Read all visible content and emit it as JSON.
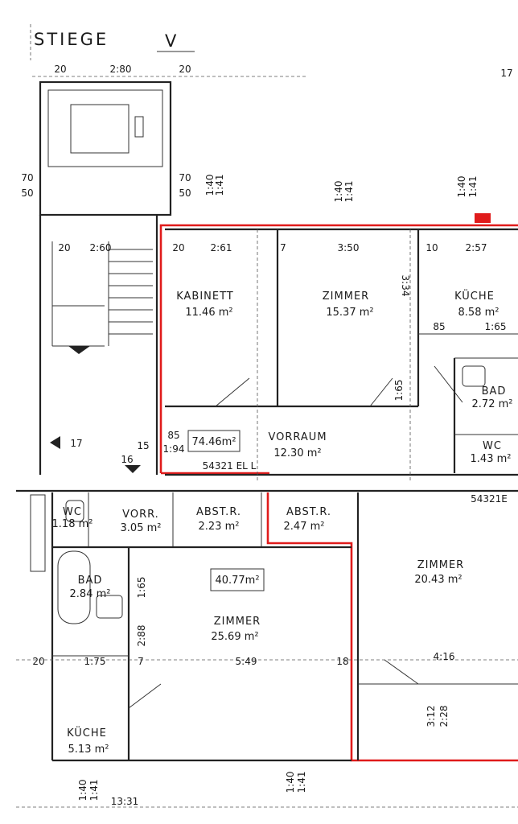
{
  "header": {
    "title": "STIEGE",
    "staircase_number": "V"
  },
  "accent_color": "#e01b1b",
  "total_areas": [
    "74.46m²",
    "40.77m²"
  ],
  "rooms": [
    {
      "name": "KABINETT",
      "area": "11.46 m²"
    },
    {
      "name": "ZIMMER",
      "area": "15.37 m²"
    },
    {
      "name": "KÜCHE",
      "area": "8.58 m²"
    },
    {
      "name": "BAD",
      "area": "2.72 m²"
    },
    {
      "name": "WC",
      "area": "1.43 m²"
    },
    {
      "name": "VORRAUM",
      "area": "12.30 m²"
    },
    {
      "name": "WC",
      "area": "1.18 m²"
    },
    {
      "name": "VORR.",
      "area": "3.05 m²"
    },
    {
      "name": "ABST.R.",
      "area": "2.23 m²"
    },
    {
      "name": "ABST.R.",
      "area": "2.47 m²"
    },
    {
      "name": "BAD",
      "area": "2.84 m²"
    },
    {
      "name": "ZIMMER",
      "area": "25.69 m²"
    },
    {
      "name": "ZIMMER",
      "area": "20.43 m²"
    },
    {
      "name": "KÜCHE",
      "area": "5.13 m²"
    }
  ],
  "dimensions": {
    "top": [
      "20",
      "2:80",
      "20",
      "17"
    ],
    "upper": [
      "20",
      "2:60",
      "20",
      "2:61",
      "7",
      "3:50",
      "10",
      "2:57",
      "70",
      "50",
      "70",
      "50",
      "3:34",
      "85",
      "1:65",
      "1:65",
      "85",
      "1:94",
      "17",
      "15",
      "16",
      "54321 EL L",
      "54321E",
      "1:40",
      "1:41",
      "1:40",
      "1:41",
      "1:40",
      "1:41"
    ],
    "lower": [
      "20",
      "1:75",
      "7",
      "5:49",
      "18",
      "4:16",
      "2:88",
      "1:65",
      "3:12",
      "2:28",
      "1:40",
      "1:41",
      "1:40",
      "1:41",
      "13:31"
    ]
  }
}
